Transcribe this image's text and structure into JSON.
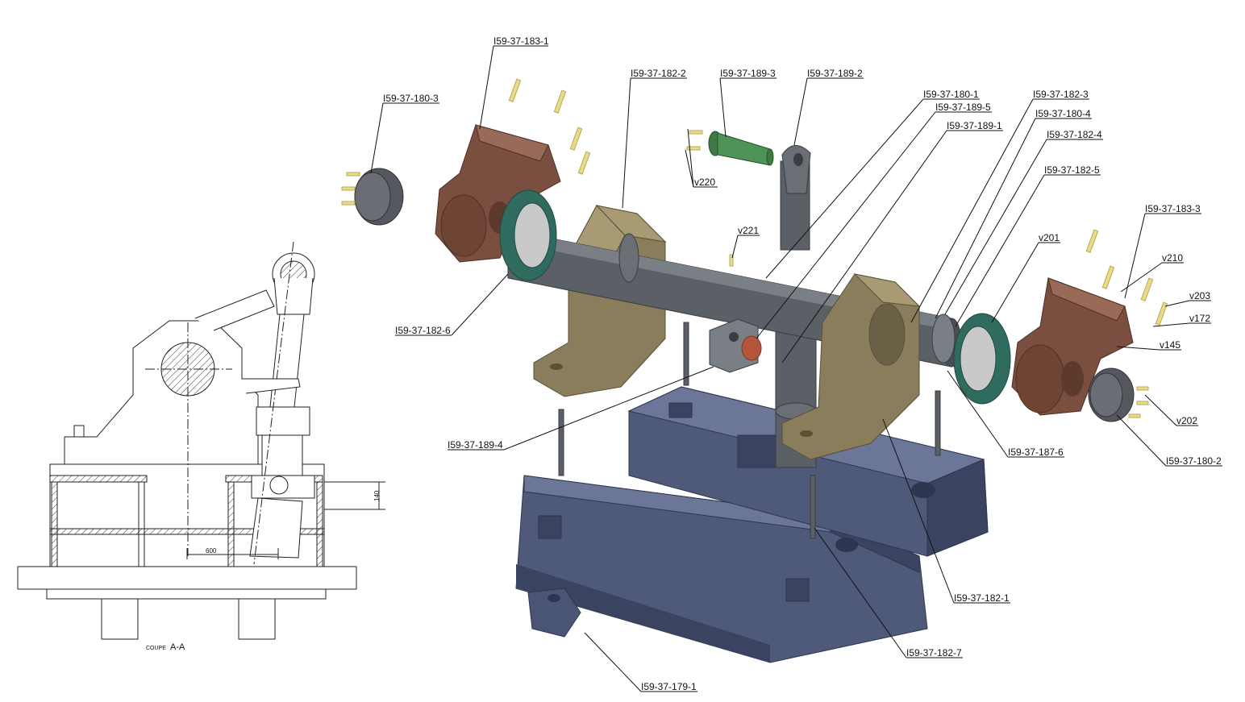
{
  "section": {
    "title_prefix": "COUPE",
    "title_main": "A-A",
    "dim_600": "600",
    "dim_140": "140"
  },
  "labels": [
    {
      "id": "l1",
      "text": "I59-37-183-1"
    },
    {
      "id": "l2",
      "text": "I59-37-180-3"
    },
    {
      "id": "l3",
      "text": "I59-37-182-2"
    },
    {
      "id": "l4",
      "text": "I59-37-189-3"
    },
    {
      "id": "l5",
      "text": "I59-37-189-2"
    },
    {
      "id": "l6",
      "text": "I59-37-180-1"
    },
    {
      "id": "l7",
      "text": "I59-37-189-5"
    },
    {
      "id": "l8",
      "text": "I59-37-189-1"
    },
    {
      "id": "l9",
      "text": "I59-37-182-3"
    },
    {
      "id": "l10",
      "text": "I59-37-180-4"
    },
    {
      "id": "l11",
      "text": "I59-37-182-4"
    },
    {
      "id": "l12",
      "text": "I59-37-182-5"
    },
    {
      "id": "l13",
      "text": "v220"
    },
    {
      "id": "l14",
      "text": "v221"
    },
    {
      "id": "l15",
      "text": "v201"
    },
    {
      "id": "l16",
      "text": "I59-37-183-3"
    },
    {
      "id": "l17",
      "text": "v210"
    },
    {
      "id": "l18",
      "text": "v203"
    },
    {
      "id": "l19",
      "text": "v172"
    },
    {
      "id": "l20",
      "text": "v145"
    },
    {
      "id": "l21",
      "text": "v202"
    },
    {
      "id": "l22",
      "text": "I59-37-180-2"
    },
    {
      "id": "l23",
      "text": "I59-37-187-6"
    },
    {
      "id": "l24",
      "text": "I59-37-182-6"
    },
    {
      "id": "l25",
      "text": "I59-37-189-4"
    },
    {
      "id": "l26",
      "text": "I59-37-182-1"
    },
    {
      "id": "l27",
      "text": "I59-37-182-7"
    },
    {
      "id": "l28",
      "text": "I59-37-179-1"
    }
  ],
  "colors": {
    "base": "#4f5a7a",
    "base_dark": "#3a4460",
    "base_light": "#6b7699",
    "bearing": "#8a7d5c",
    "bearing_dark": "#6a6045",
    "bearing_light": "#a89a72",
    "shaft": "#5b5f66",
    "shaft_light": "#7a7e85",
    "bracket": "#7a4f3f",
    "bracket_dark": "#5e3a2d",
    "flange": "#2f6b5e",
    "pin": "#3f7a45",
    "cap": "#55585f",
    "bolt": "#e8dc8a",
    "bush": "#b5553a"
  }
}
